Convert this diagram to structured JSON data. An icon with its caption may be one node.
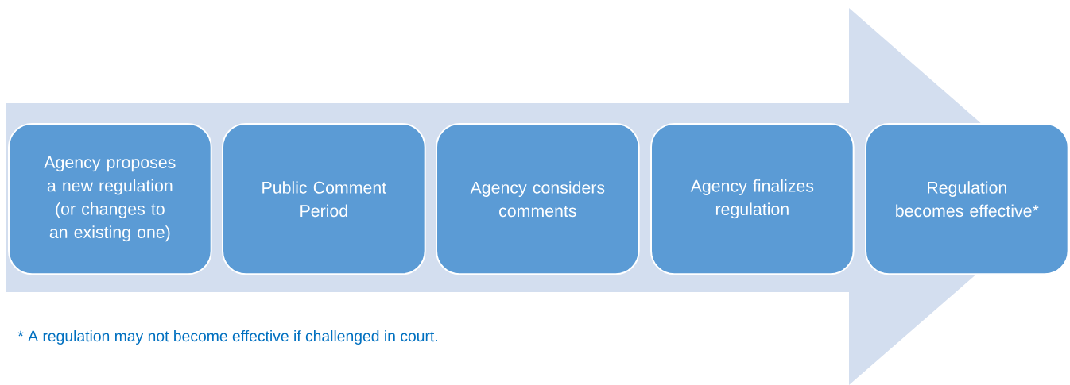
{
  "diagram": {
    "nodes": [
      {
        "text": [
          "Agency proposes a new regulation (or changes to an existing one)"
        ]
      },
      {
        "text": [
          "Public Comment Period"
        ]
      },
      {
        "text": [
          "Agency considers comments"
        ]
      },
      {
        "text": [
          "Agency finalizes regulation"
        ]
      },
      {
        "text": [
          "Regulation becomes effective*"
        ]
      }
    ],
    "edges": [
      {
        "from": 0,
        "to": 4,
        "arrow": "to"
      }
    ],
    "labels": [
      "* A regulation may not become effective if challenged in court."
    ]
  }
}
